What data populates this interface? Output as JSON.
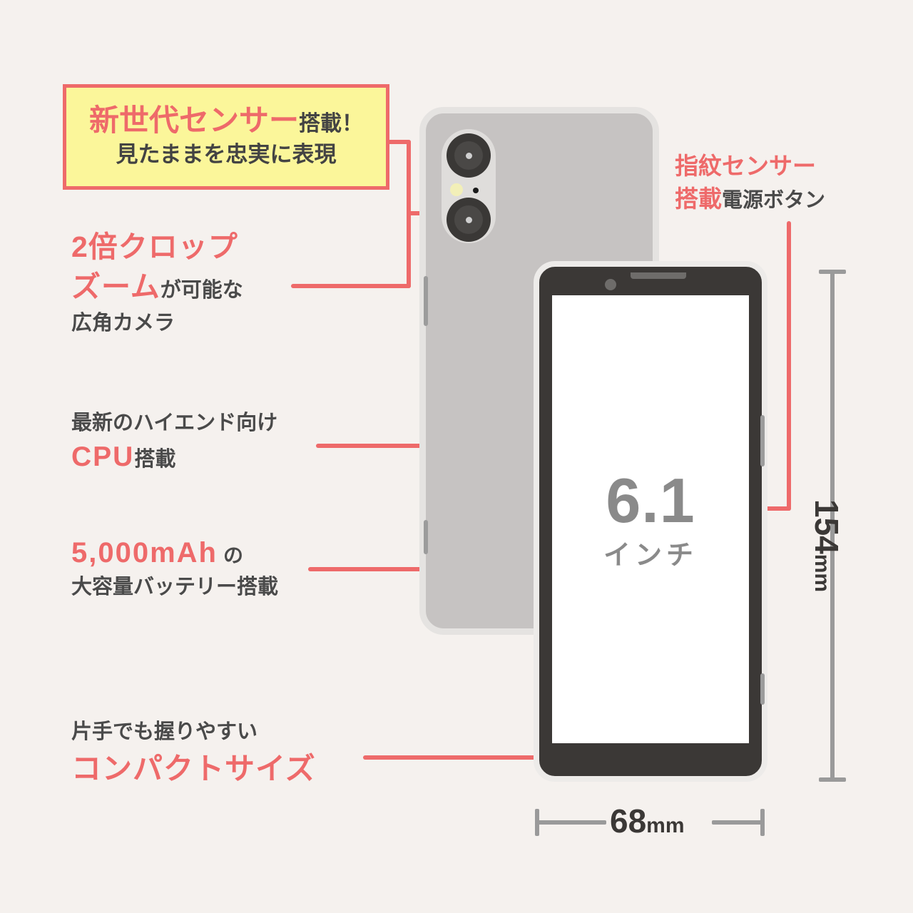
{
  "background_color": "#F5F1EE",
  "accent_red": "#EE6A6A",
  "callout_yellow": "#FBF69A",
  "text_dark": "#434343",
  "callout": {
    "line1_red": "新世代センサー",
    "line1_dark": "搭載！",
    "line2": "見たままを忠実に表現"
  },
  "annotations": {
    "zoom": {
      "line1_red": "2倍クロップ",
      "line2_red": "ズーム",
      "line2_dark": "が可能な",
      "line3_dark": "広角カメラ"
    },
    "cpu": {
      "line1_dark": "最新のハイエンド向け",
      "line2_red": "CPU",
      "line2_dark": "搭載"
    },
    "battery": {
      "line1_red": "5,000mAh",
      "line1_dark": "の",
      "line2_dark": "大容量バッテリー搭載"
    },
    "compact": {
      "line1_dark": "片手でも握りやすい",
      "line2_red": "コンパクトサイズ"
    },
    "fingerprint": {
      "line1_red": "指紋センサー",
      "line2_red": "搭載",
      "line2_dark": "電源ボタン"
    }
  },
  "screen": {
    "size_number": "6.1",
    "size_unit": "インチ"
  },
  "dimensions": {
    "height_number": "154",
    "height_unit": "mm",
    "width_number": "68",
    "width_unit": "mm"
  }
}
